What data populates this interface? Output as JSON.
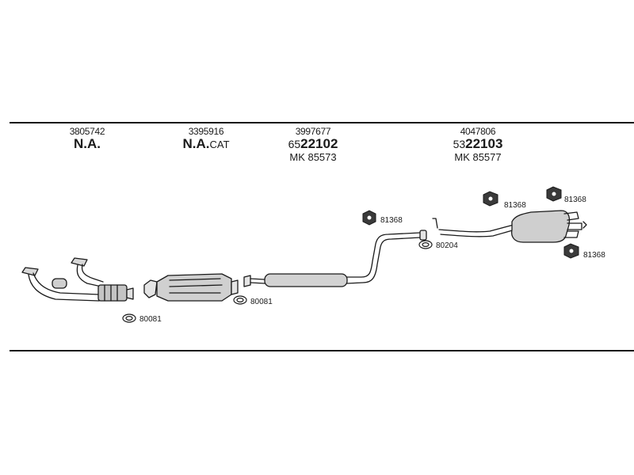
{
  "parts": [
    {
      "ref": "3805742",
      "code": "N.A.",
      "suffix": "",
      "mk": ""
    },
    {
      "ref": "3395916",
      "code": "N.A.",
      "suffix": "CAT",
      "mk": ""
    },
    {
      "ref": "3997677",
      "prefix": "65",
      "code": "22102",
      "mk": "MK 85573"
    },
    {
      "ref": "4047806",
      "prefix": "53",
      "code": "22103",
      "mk": "MK 85577"
    }
  ],
  "fittings": {
    "gasket_a": "80081",
    "gasket_b": "80081",
    "gasket_c": "80204",
    "hanger_a": "81368",
    "hanger_b": "81368",
    "hanger_c": "81368",
    "hanger_d": "81368"
  }
}
